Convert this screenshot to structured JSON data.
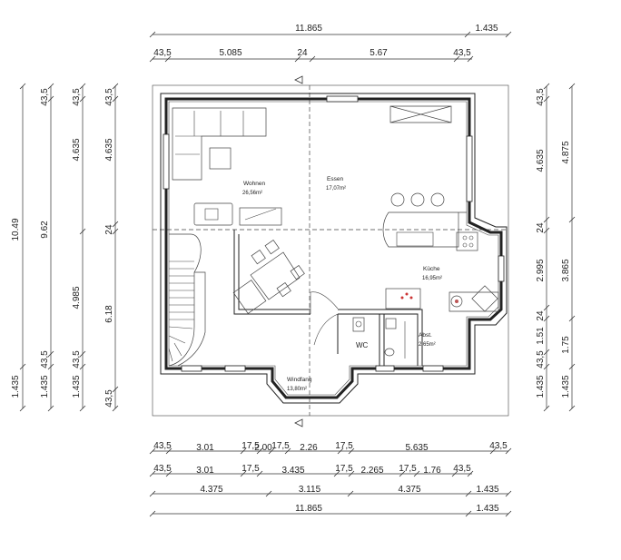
{
  "top_dims": {
    "overall": "11.865",
    "overall_right": "1.435",
    "segments": [
      "43,5",
      "5.085",
      "24",
      "5.67",
      "43,5"
    ]
  },
  "bottom_dims": {
    "row1": [
      "43,5",
      "3.01",
      "17,5",
      "2.00",
      "17,5",
      "2.26",
      "17,5",
      "5.635",
      "43,5"
    ],
    "row2": [
      "43,5",
      "3.01",
      "17,5",
      "3.435",
      "17,5",
      "2.265",
      "17,5",
      "1.76",
      "43,5"
    ],
    "row3": [
      "4.375",
      "3.115",
      "4.375",
      "1.435"
    ],
    "overall": "11.865",
    "overall_right": "1.435"
  },
  "left_dims": {
    "col1": [
      "10.49",
      "1.435"
    ],
    "col2": [
      "43,5",
      "9.62",
      "43,5",
      "1.435"
    ],
    "col3": [
      "43,5",
      "4.635",
      "4.985",
      "43,5",
      "1.435"
    ],
    "col4": [
      "43,5",
      "4.635",
      "24",
      "6.18",
      "43,5"
    ]
  },
  "right_dims": {
    "col1": [
      "43,5",
      "4.635",
      "24",
      "2.995",
      "24",
      "1.51",
      "43,5",
      "1.435"
    ],
    "col2": [
      "4.875",
      "3.865",
      "1.75",
      "1.435"
    ]
  },
  "rooms": {
    "wohnen": {
      "name": "Wohnen",
      "area": "26,56m²"
    },
    "essen": {
      "name": "Essen",
      "area": "17,07m²"
    },
    "kueche": {
      "name": "Küche",
      "area": "16,95m²"
    },
    "abst": {
      "name": "Abst.",
      "area": "2,65m²"
    },
    "windfang": {
      "name": "Windfang",
      "area": "13,80m²"
    },
    "wc": {
      "name": "WC"
    }
  }
}
